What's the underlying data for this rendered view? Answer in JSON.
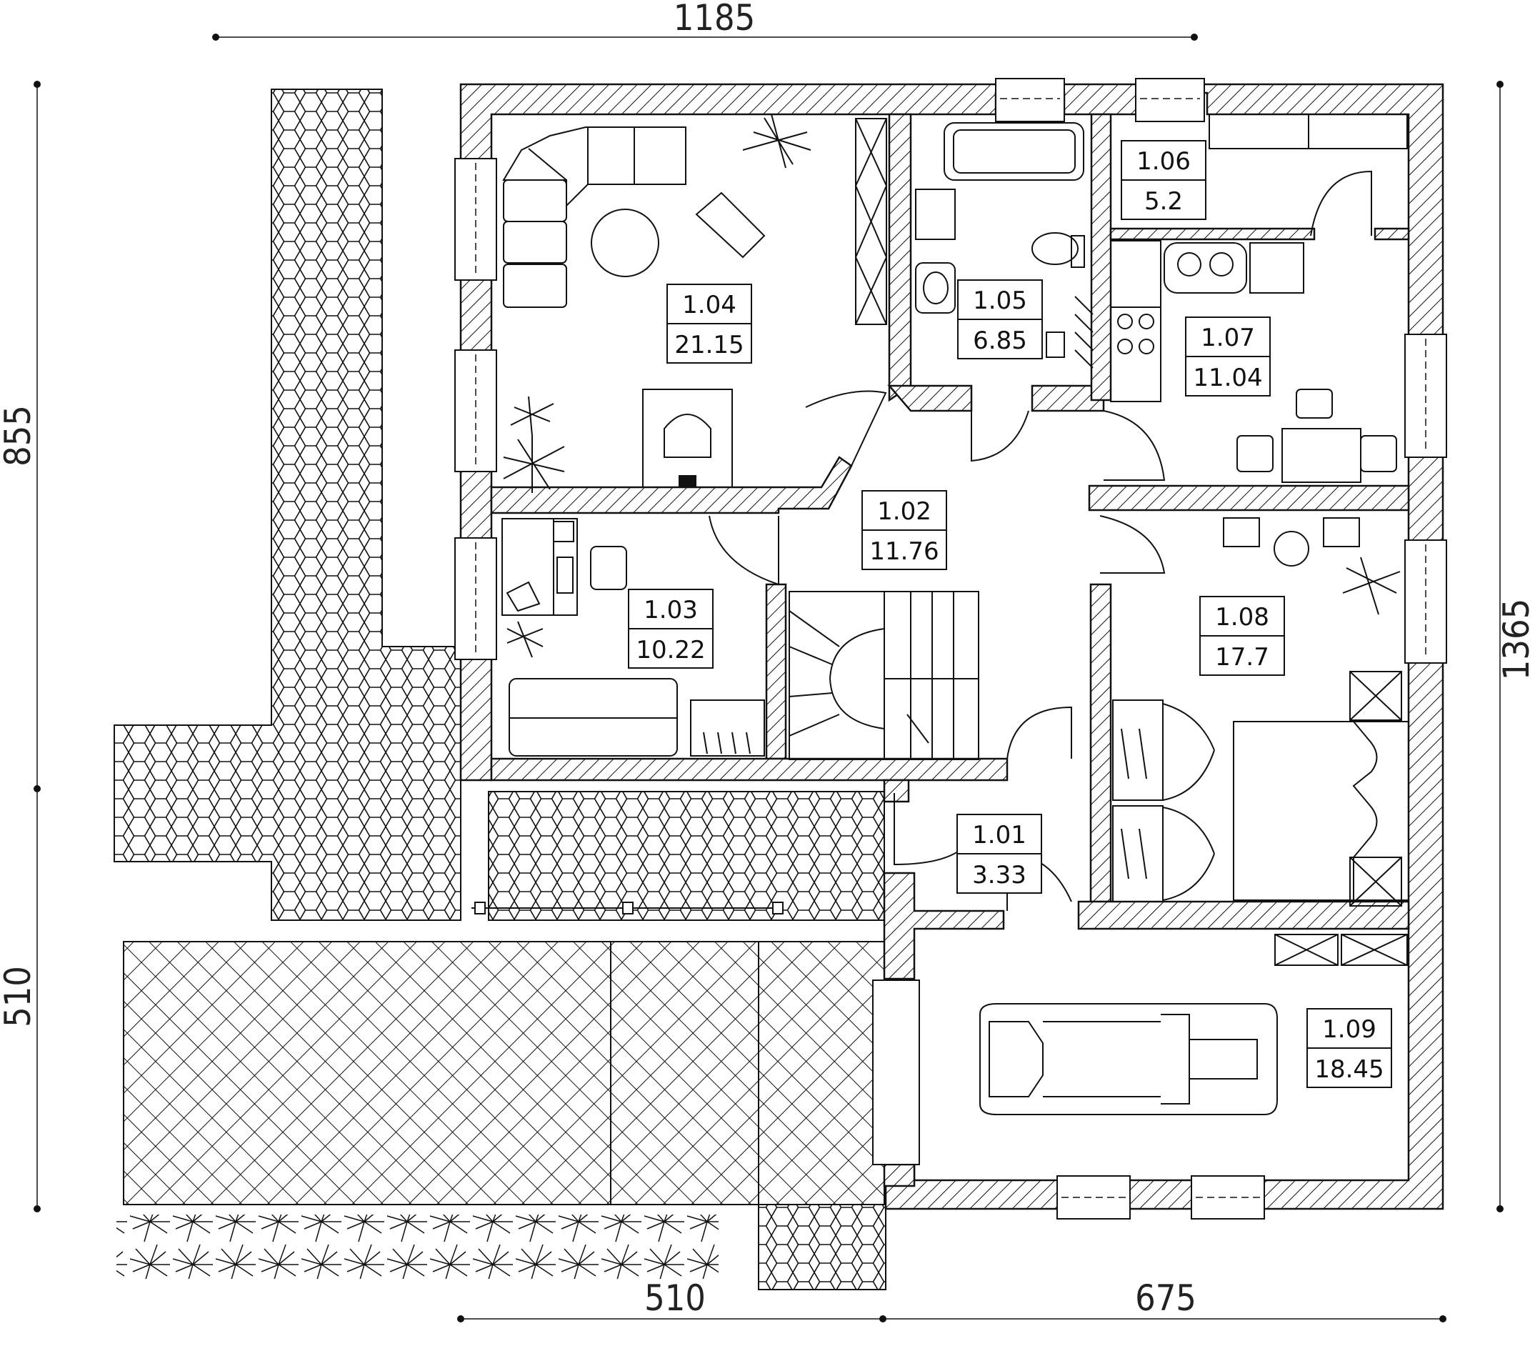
{
  "dimensions": {
    "top": "1185",
    "left_upper": "855",
    "left_lower": "510",
    "right": "1365",
    "bottom_left": "510",
    "bottom_right": "675"
  },
  "rooms": [
    {
      "number": "1.01",
      "area": "3.33"
    },
    {
      "number": "1.02",
      "area": "11.76"
    },
    {
      "number": "1.03",
      "area": "10.22"
    },
    {
      "number": "1.04",
      "area": "21.15"
    },
    {
      "number": "1.05",
      "area": "6.85"
    },
    {
      "number": "1.06",
      "area": "5.2"
    },
    {
      "number": "1.07",
      "area": "11.04"
    },
    {
      "number": "1.08",
      "area": "17.7"
    },
    {
      "number": "1.09",
      "area": "18.45"
    }
  ]
}
